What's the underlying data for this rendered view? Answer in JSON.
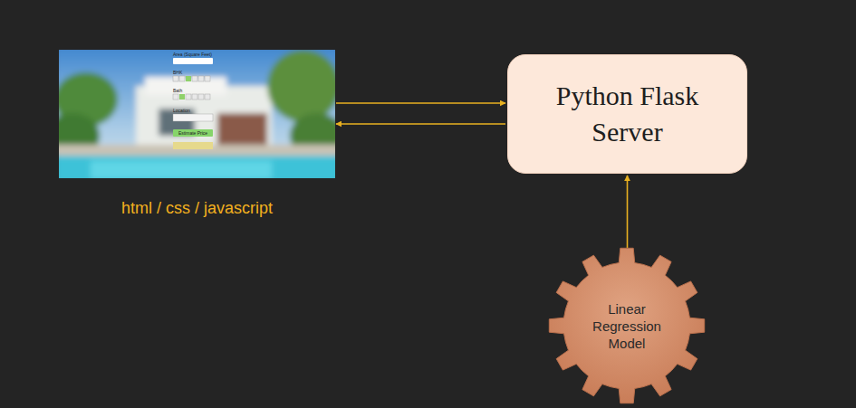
{
  "diagram": {
    "nodes": [
      {
        "text": [
          "html / css / javascript"
        ]
      },
      {
        "text": [
          "Python Flask Server"
        ]
      },
      {
        "text": [
          "Linear Regression Model"
        ]
      }
    ],
    "edges": [
      {
        "from": 0,
        "to": 1,
        "arrow": "to"
      },
      {
        "from": 1,
        "to": 0,
        "arrow": "to"
      },
      {
        "from": 2,
        "to": 1,
        "arrow": "to"
      }
    ],
    "labels": [
      "Area (Square Feet)",
      "BHK",
      "Bath",
      "Location",
      "Estimate Price"
    ]
  }
}
